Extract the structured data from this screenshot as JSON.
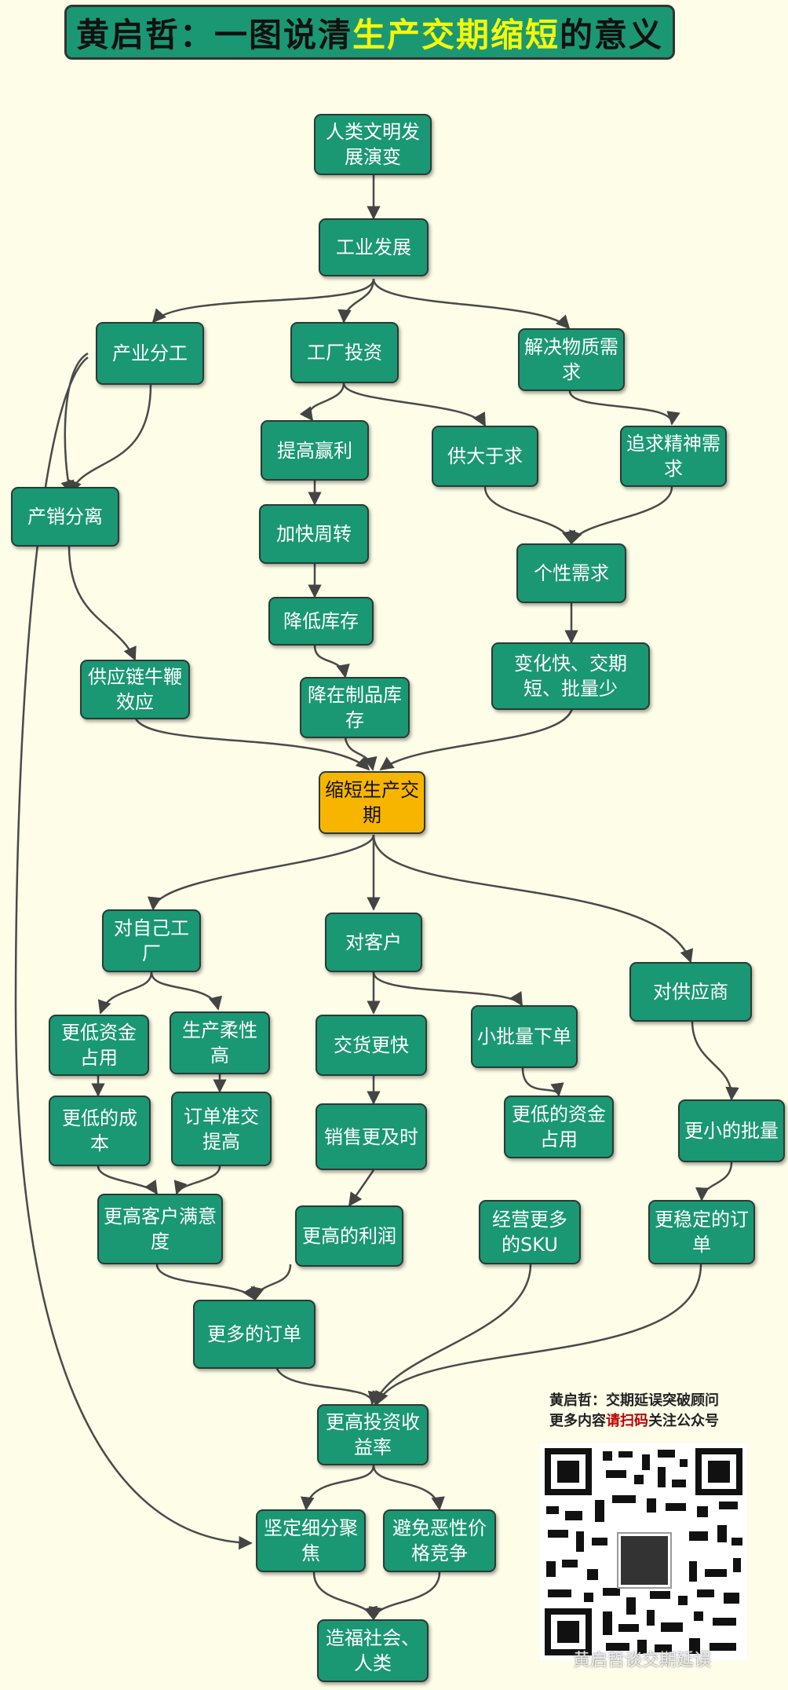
{
  "title": {
    "prefix": "黄启哲：一图说清",
    "highlight": "生产交期缩短",
    "suffix": "的意义"
  },
  "nodes": {
    "civilization": "人类文明发展演变",
    "industry": "工业发展",
    "division": "产业分工",
    "factory_invest": "工厂投资",
    "material_needs": "解决物质需求",
    "separation": "产销分离",
    "raise_profit": "提高赢利",
    "supply_exceeds": "供大于求",
    "spiritual_needs": "追求精神需求",
    "faster_turnover": "加快周转",
    "personalized": "个性需求",
    "bullwhip": "供应链牛鞭效应",
    "lower_inventory": "降低库存",
    "change_fast": "变化快、交期短、批量少",
    "lower_wip": "降在制品库存",
    "shorten": "缩短生产交期",
    "self_factory": "对自己工厂",
    "customer": "对客户",
    "supplier": "对供应商",
    "low_capital_a": "更低资金占用",
    "flexible": "生产柔性高",
    "faster_delivery": "交货更快",
    "small_batch": "小批量下单",
    "lower_cost": "更低的成本",
    "order_accuracy": "订单准交提高",
    "timely_sales": "销售更及时",
    "low_capital_b": "更低的资金占用",
    "smaller_batch": "更小的批量",
    "satisfaction": "更高客户满意度",
    "higher_profit": "更高的利润",
    "more_sku": "经营更多的SKU",
    "stable_orders": "更稳定的订单",
    "more_orders": "更多的订单",
    "roi": "更高投资收益率",
    "focus": "坚定细分聚焦",
    "avoid_price_war": "避免恶性价格竞争",
    "benefit_society": "造福社会、人类"
  },
  "footer": {
    "line1": "黄启哲：交期延误突破顾问",
    "line2_pre": "更多内容",
    "line2_red": "请扫码",
    "line2_post": "关注公众号",
    "watermark": "黄启哲谈交期延误"
  }
}
